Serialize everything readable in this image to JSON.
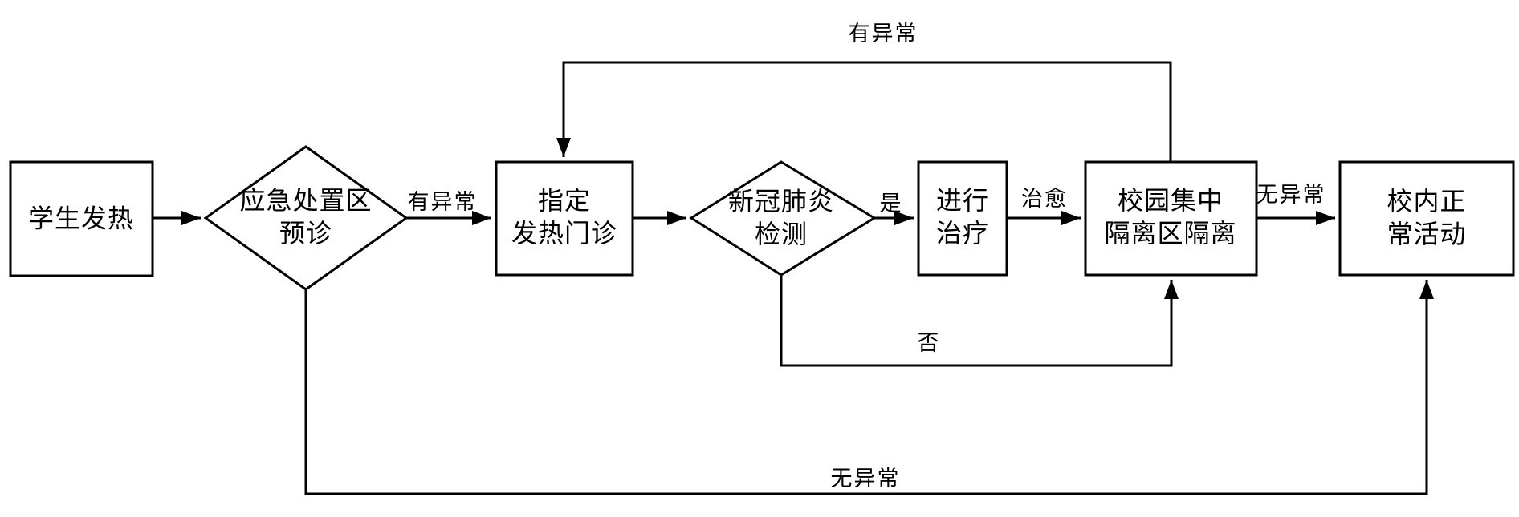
{
  "figure": {
    "background_color": "#ffffff",
    "line_color": "#000000",
    "text_color": "#000000"
  },
  "flowchart": {
    "nodes": [
      {
        "id": "student-fever",
        "type": "process",
        "label": "学生发热"
      },
      {
        "id": "emergency-triage",
        "type": "decision",
        "label": "应急处置区\n预诊"
      },
      {
        "id": "fever-clinic",
        "type": "process",
        "label": "指定\n发热门诊"
      },
      {
        "id": "covid-test",
        "type": "decision",
        "label": "新冠肺炎\n检测"
      },
      {
        "id": "treatment",
        "type": "process",
        "label": "进行\n治疗"
      },
      {
        "id": "isolation",
        "type": "process",
        "label": "校园集中\n隔离区隔离"
      },
      {
        "id": "normal-activity",
        "type": "process",
        "label": "校内正常活动"
      }
    ],
    "edges": [
      {
        "from": "student-fever",
        "to": "emergency-triage",
        "label": ""
      },
      {
        "from": "emergency-triage",
        "to": "fever-clinic",
        "label": "有异常"
      },
      {
        "from": "fever-clinic",
        "to": "covid-test",
        "label": ""
      },
      {
        "from": "covid-test",
        "to": "treatment",
        "label": "是"
      },
      {
        "from": "treatment",
        "to": "isolation",
        "label": "治愈"
      },
      {
        "from": "isolation",
        "to": "normal-activity",
        "label": "无异常"
      },
      {
        "from": "isolation",
        "to": "fever-clinic",
        "label": "有异常"
      },
      {
        "from": "covid-test",
        "to": "isolation",
        "label": "否"
      },
      {
        "from": "emergency-triage",
        "to": "normal-activity",
        "label": "无异常"
      }
    ]
  }
}
